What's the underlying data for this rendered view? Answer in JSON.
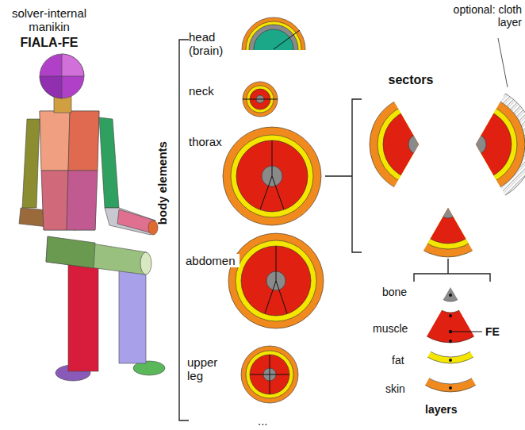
{
  "diagram": {
    "labels": [
      "solver-internal manikin",
      "FIALA-FE",
      "body elements",
      "head (brain)",
      "neck",
      "thorax",
      "abdomen",
      "upper leg",
      "...",
      "sectors",
      "optional: cloth layer",
      "bone",
      "muscle",
      "FE",
      "fat",
      "skin",
      "layers"
    ]
  }
}
